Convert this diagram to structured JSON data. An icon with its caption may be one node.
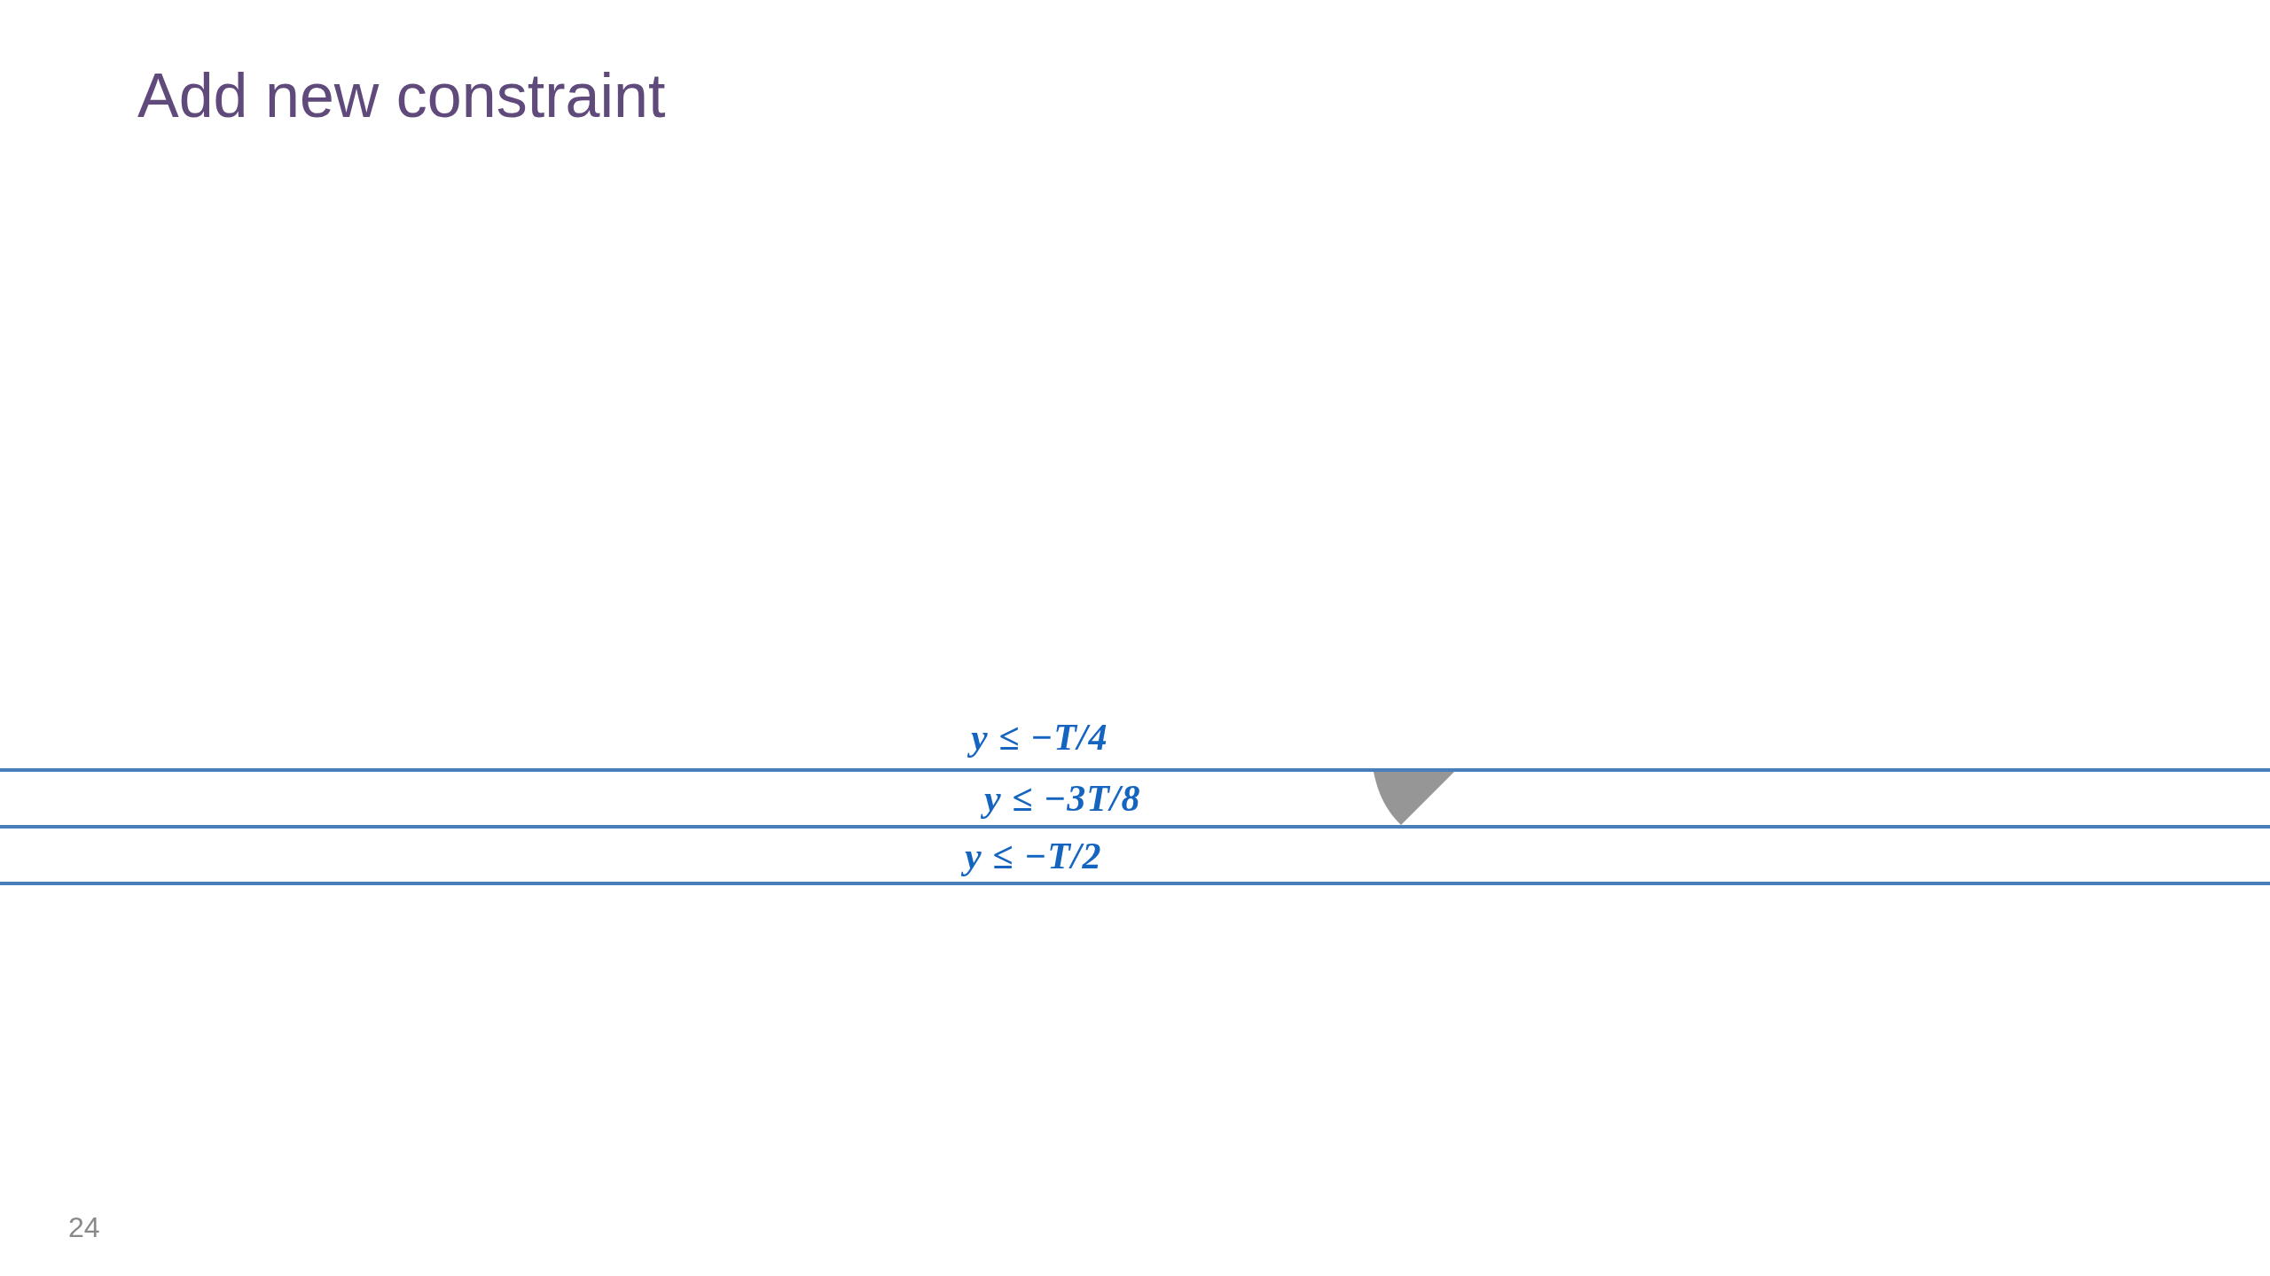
{
  "diagram": {
    "title": "Add new constraint",
    "nodes": [
      {
        "text": [],
        "shape": "triangle"
      }
    ],
    "labels": [
      "y ≤ −T/4",
      "y ≤ −3T/8",
      "y ≤ −T/2",
      "24"
    ]
  }
}
